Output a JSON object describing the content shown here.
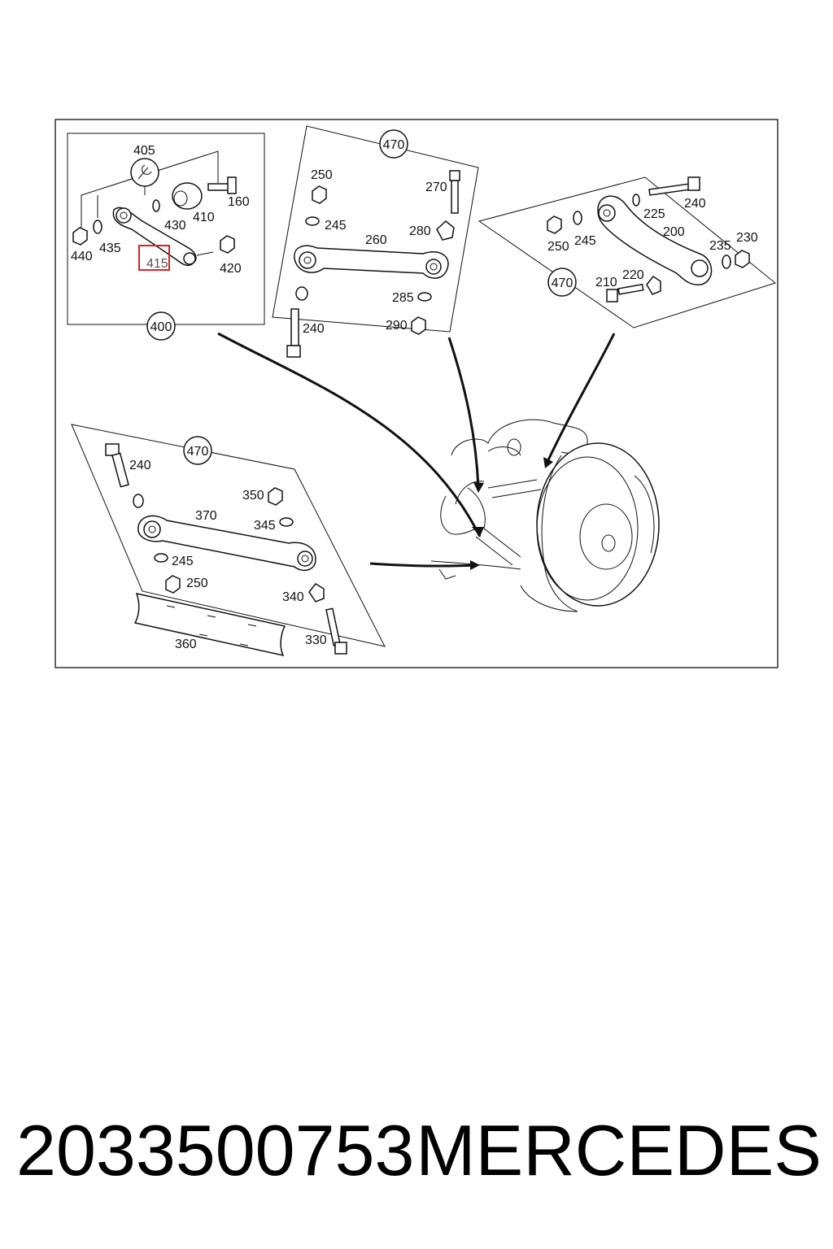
{
  "caption": {
    "part_number": "2033500753",
    "brand": "MERCEDES"
  },
  "callouts": {
    "group_400": "400",
    "group_470_top": "470",
    "group_470_right": "470",
    "group_470_left": "470",
    "p405": "405",
    "p160": "160",
    "p410": "410",
    "p430": "430",
    "p435": "435",
    "p440": "440",
    "p415": "415",
    "p420": "420",
    "c250": "250",
    "c270": "270",
    "c245": "245",
    "c280": "280",
    "c260": "260",
    "c285": "285",
    "c290": "290",
    "c240": "240",
    "r240": "240",
    "r225": "225",
    "r200": "200",
    "r250": "250",
    "r245": "245",
    "r235": "235",
    "r230": "230",
    "r210": "210",
    "r220": "220",
    "l240": "240",
    "l350": "350",
    "l370": "370",
    "l345": "345",
    "l245": "245",
    "l250": "250",
    "l340": "340",
    "l360": "360",
    "l330": "330"
  },
  "highlight": {
    "part": "415",
    "color": "#e02020"
  }
}
